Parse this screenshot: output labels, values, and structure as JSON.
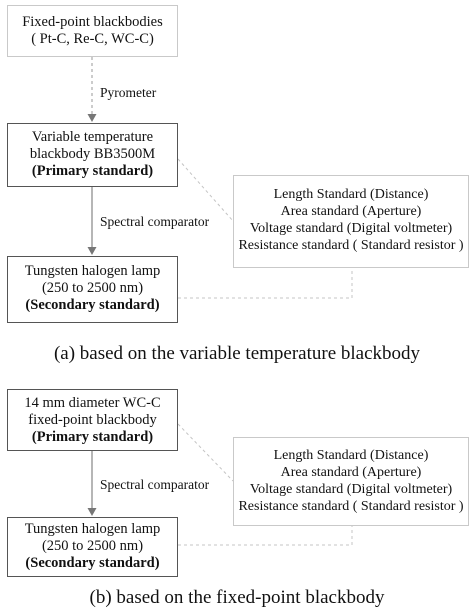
{
  "diagram_a": {
    "top_box": {
      "line1": "Fixed-point blackbodies",
      "line2": "( Pt-C, Re-C, WC-C)"
    },
    "arrow1_label": "Pyrometer",
    "primary_box": {
      "line1": "Variable temperature",
      "line2": "blackbody BB3500M",
      "line3": "(Primary standard)"
    },
    "arrow2_label": "Spectral comparator",
    "secondary_box": {
      "line1": "Tungsten halogen  lamp",
      "line2": "(250 to 2500 nm)",
      "line3": "(Secondary standard)"
    },
    "standards_box": {
      "line1": "Length Standard (Distance)",
      "line2": "Area standard (Aperture)",
      "line3": "Voltage standard (Digital voltmeter)",
      "line4": "Resistance standard ( Standard resistor )"
    },
    "caption": "(a) based on the variable temperature blackbody"
  },
  "diagram_b": {
    "primary_box": {
      "line1": "14 mm diameter WC-C",
      "line2": "fixed-point blackbody",
      "line3": "(Primary standard)"
    },
    "arrow_label": "Spectral comparator",
    "secondary_box": {
      "line1": "Tungsten halogen  lamp",
      "line2": "(250 to 2500 nm)",
      "line3": "(Secondary standard)"
    },
    "standards_box": {
      "line1": "Length Standard (Distance)",
      "line2": "Area standard (Aperture)",
      "line3": "Voltage standard (Digital voltmeter)",
      "line4": "Resistance standard ( Standard resistor )"
    },
    "caption": "(b) based on the fixed-point blackbody"
  }
}
